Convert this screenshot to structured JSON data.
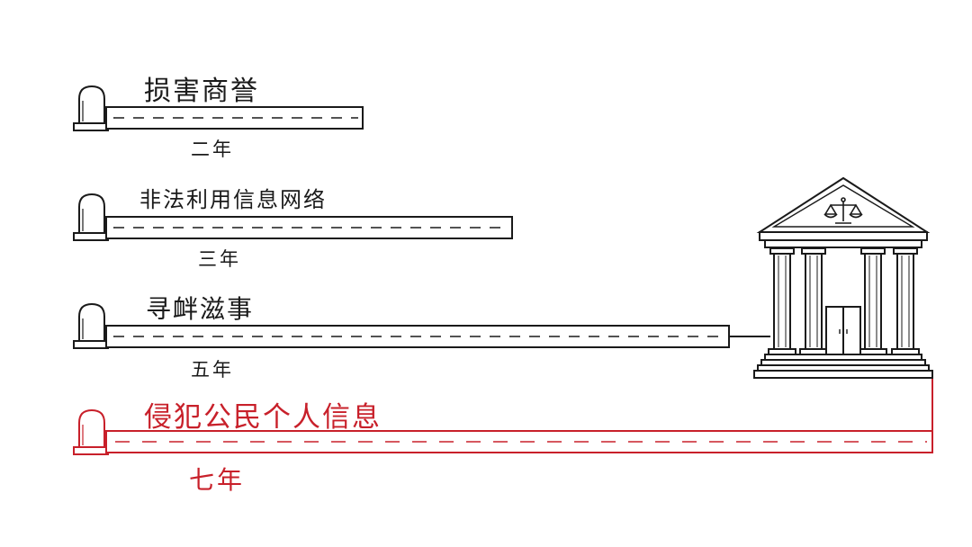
{
  "colors": {
    "ink": "#1a1a1a",
    "highlight": "#c8202a",
    "background": "#ffffff"
  },
  "tracks": [
    {
      "crime": "损害商誉",
      "term": "二年",
      "highlight": false
    },
    {
      "crime": "非法利用信息网络",
      "term": "三年",
      "highlight": false
    },
    {
      "crime": "寻衅滋事",
      "term": "五年",
      "highlight": false
    },
    {
      "crime": "侵犯公民个人信息",
      "term": "七年",
      "highlight": true
    }
  ],
  "courthouse": {
    "icon": "courthouse-icon",
    "emblem": "scales-of-justice-icon"
  }
}
